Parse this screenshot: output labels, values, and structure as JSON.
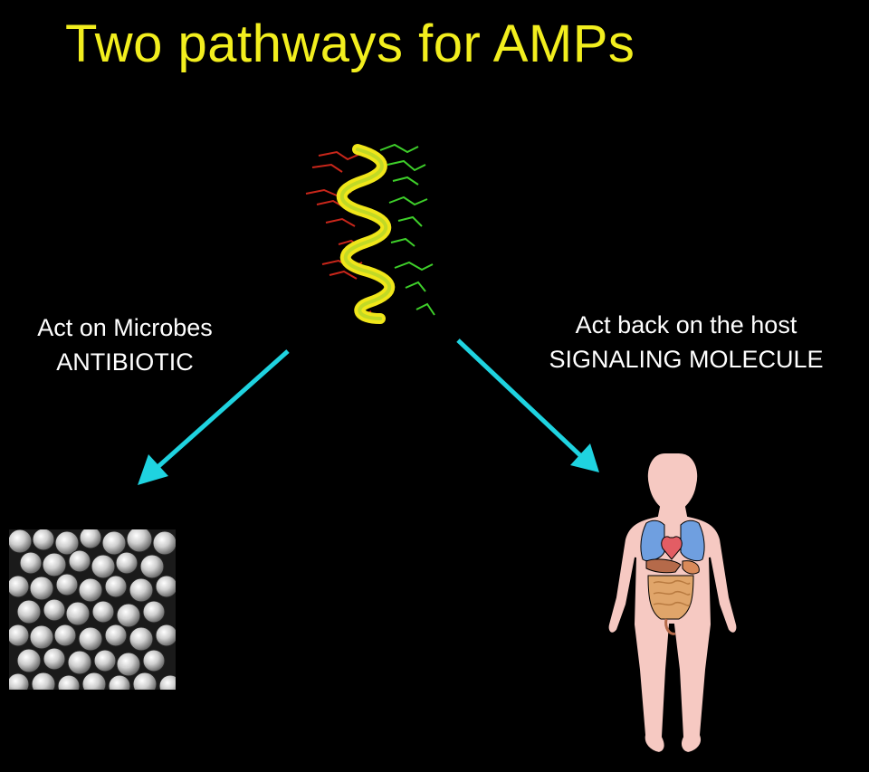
{
  "slide": {
    "title": "Two pathways for AMPs"
  },
  "left_pathway": {
    "line1": "Act on Microbes",
    "line2": "ANTIBIOTIC"
  },
  "right_pathway": {
    "line1": "Act back on the host",
    "line2": "SIGNALING MOLECULE"
  },
  "colors": {
    "background": "#000000",
    "title": "#f2ee1e",
    "text": "#ffffff",
    "arrow": "#1fd3e0",
    "helix_yellow": "#f0e61a",
    "helix_red": "#c8261a",
    "helix_green": "#3ecf2a",
    "body_skin": "#f6c9c2",
    "lungs": "#6f9fe0",
    "heart": "#e35d64",
    "intestines": "#e0a56a"
  },
  "icons": {
    "peptide": "alpha-helix-peptide",
    "microbes": "bacteria-micrograph",
    "host": "human-body-organs"
  }
}
